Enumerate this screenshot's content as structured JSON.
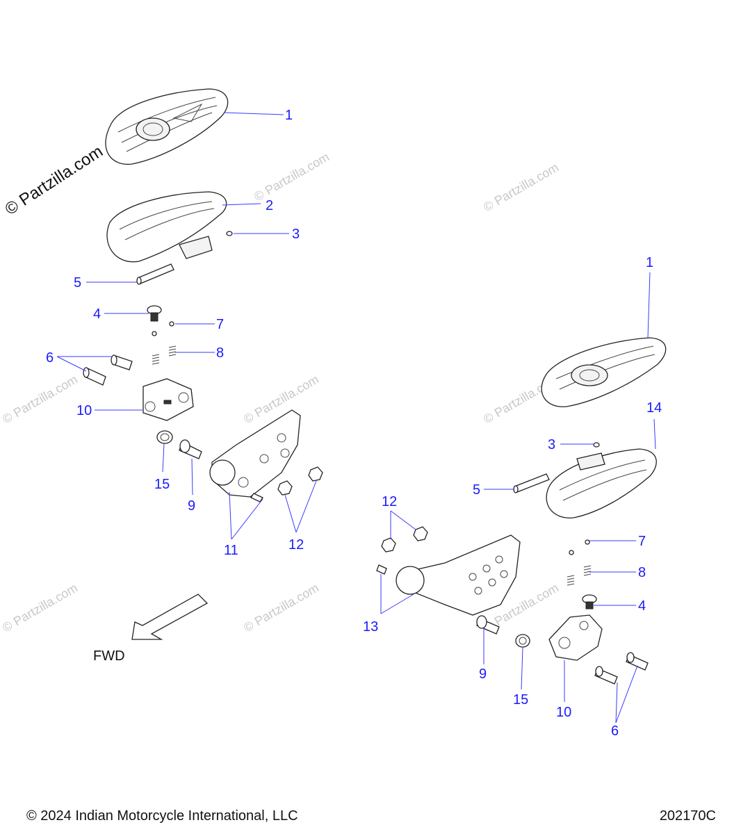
{
  "watermark": {
    "primary": "© Partzilla.com",
    "faded": "© Partzilla.com"
  },
  "direction_label": "FWD",
  "footer": {
    "copyright": "© 2024 Indian Motorcycle International, LLC",
    "diagram_id": "202170C"
  },
  "callouts_left": [
    "1",
    "2",
    "3",
    "5",
    "4",
    "7",
    "8",
    "6",
    "10",
    "15",
    "9",
    "11",
    "12"
  ],
  "callouts_right": [
    "1",
    "14",
    "3",
    "5",
    "12",
    "7",
    "8",
    "4",
    "13",
    "9",
    "15",
    "10",
    "6"
  ]
}
